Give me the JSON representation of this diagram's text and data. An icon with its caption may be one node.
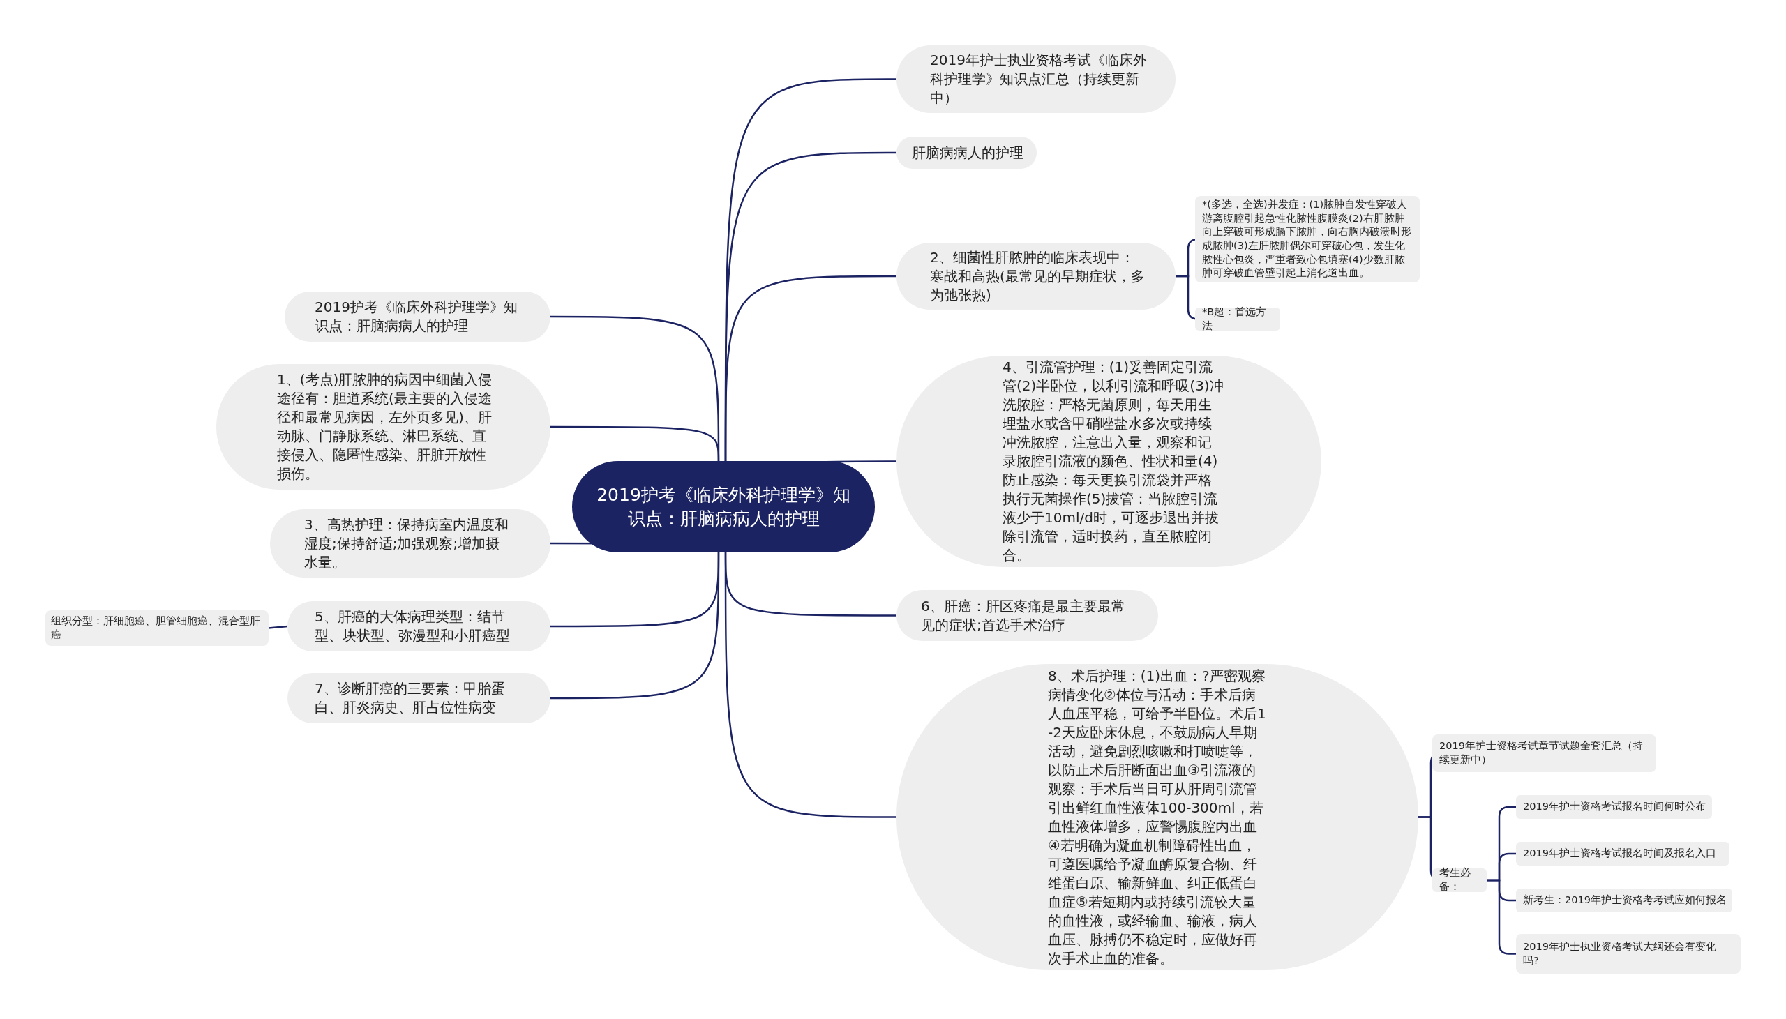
{
  "diagram": {
    "nodes": [
      {
        "text": [
          "2019护考《临床外科护理学》知识点：肝脑病病人的护理"
        ]
      },
      {
        "text": [
          "2019年护士执业资格考试《临床外科护理学》知识点汇总（持续更新中）"
        ]
      },
      {
        "text": [
          "肝脑病病人的护理"
        ]
      },
      {
        "text": [
          "2、细菌性肝脓肿的临床表现中：寒战和高热(最常见的早期症状，多为弛张热)"
        ]
      },
      {
        "text": [
          "*(多选，全选)并发症：(1)脓肿自发性穿破人游离腹腔引起急性化脓性腹膜炎(2)右肝脓肿向上穿破可形成膈下脓肿，向右胸内破溃时形成脓肿(3)左肝脓肿偶尔可穿破心包，发生化脓性心包炎，严重者致心包填塞(4)少数肝脓肿可穿破血管壁引起上消化道出血。"
        ]
      },
      {
        "text": [
          "*B超：首选方法"
        ]
      },
      {
        "text": [
          "4、引流管护理：(1)妥善固定引流管(2)半卧位，以利引流和呼吸(3)冲洗脓腔：严格无菌原则，每天用生理盐水或含甲硝唑盐水多次或持续冲洗脓腔，注意出入量，观察和记录脓腔引流液的颜色、性状和量(4)防止感染：每天更换引流袋并严格执行无菌操作(5)拔管：当脓腔引流液少于10ml/d时，可逐步退出并拔除引流管，适时换药，直至脓腔闭合。"
        ]
      },
      {
        "text": [
          "6、肝癌：肝区疼痛是最主要最常见的症状;首选手术治疗"
        ]
      },
      {
        "text": [
          "8、术后护理：(1)出血：?严密观察病情变化②体位与活动：手术后病人血压平稳，可给予半卧位。术后1-2天应卧床休息，不鼓励病人早期活动，避免剧烈咳嗽和打喷嚏等，以防止术后肝断面出血③引流液的观察：手术后当日可从肝周引流管引出鲜红血性液体100-300ml，若血性液体增多，应警惕腹腔内出血④若明确为凝血机制障碍性出血，可遵医嘱给予凝血酶原复合物、纤维蛋白原、输新鲜血、纠正低蛋白血症⑤若短期内或持续引流较大量的血性液，或经输血、输液，病人血压、脉搏仍不稳定时，应做好再次手术止血的准备。"
        ]
      },
      {
        "text": [
          "2019年护士资格考试章节试题全套汇总（持续更新中）"
        ]
      },
      {
        "text": [
          "考生必备："
        ]
      },
      {
        "text": [
          "2019年护士资格考试报名时间何时公布"
        ]
      },
      {
        "text": [
          "2019年护士资格考试报名时间及报名入口"
        ]
      },
      {
        "text": [
          "新考生：2019年护士资格考考试应如何报名"
        ]
      },
      {
        "text": [
          "2019年护士执业资格考试大纲还会有变化吗?"
        ]
      },
      {
        "text": [
          "2019护考《临床外科护理学》知识点：肝脑病病人的护理"
        ]
      },
      {
        "text": [
          "1、(考点)肝脓肿的病因中细菌入侵途径有：胆道系统(最主要的入侵途径和最常见病因，左外页多见)、肝动脉、门静脉系统、淋巴系统、直接侵入、隐匿性感染、肝脏开放性损伤。"
        ]
      },
      {
        "text": [
          "3、高热护理：保持病室内温度和湿度;保持舒适;加强观察;增加摄水量。"
        ]
      },
      {
        "text": [
          "5、肝癌的大体病理类型：结节型、块状型、弥漫型和小肝癌型"
        ]
      },
      {
        "text": [
          "组织分型：肝细胞癌、胆管细胞癌、混合型肝癌"
        ]
      },
      {
        "text": [
          "7、诊断肝癌的三要素：甲胎蛋白、肝炎病史、肝占位性病变"
        ]
      }
    ],
    "edges": [
      {
        "from": 0,
        "to": 1,
        "arrow": "none"
      },
      {
        "from": 0,
        "to": 2,
        "arrow": "none"
      },
      {
        "from": 0,
        "to": 3,
        "arrow": "none"
      },
      {
        "from": 3,
        "to": 4,
        "arrow": "none"
      },
      {
        "from": 3,
        "to": 5,
        "arrow": "none"
      },
      {
        "from": 0,
        "to": 6,
        "arrow": "none"
      },
      {
        "from": 0,
        "to": 7,
        "arrow": "none"
      },
      {
        "from": 0,
        "to": 8,
        "arrow": "none"
      },
      {
        "from": 8,
        "to": 9,
        "arrow": "none"
      },
      {
        "from": 8,
        "to": 10,
        "arrow": "none"
      },
      {
        "from": 10,
        "to": 11,
        "arrow": "none"
      },
      {
        "from": 10,
        "to": 12,
        "arrow": "none"
      },
      {
        "from": 10,
        "to": 13,
        "arrow": "none"
      },
      {
        "from": 10,
        "to": 14,
        "arrow": "none"
      },
      {
        "from": 0,
        "to": 15,
        "arrow": "none"
      },
      {
        "from": 0,
        "to": 16,
        "arrow": "none"
      },
      {
        "from": 0,
        "to": 17,
        "arrow": "none"
      },
      {
        "from": 0,
        "to": 18,
        "arrow": "none"
      },
      {
        "from": 18,
        "to": 19,
        "arrow": "none"
      },
      {
        "from": 0,
        "to": 20,
        "arrow": "none"
      }
    ]
  }
}
